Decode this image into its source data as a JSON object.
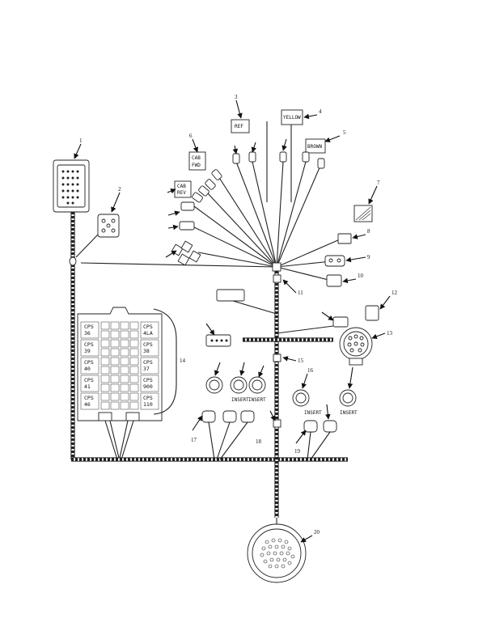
{
  "labels": {
    "ref": "REF",
    "yellow": "YELLOW",
    "brown": "BROWN",
    "cab_fwd_1": "CAB",
    "cab_fwd_2": "FWD",
    "cab_rev_1": "CAB",
    "cab_rev_2": "REV",
    "insert_1": "INSERT",
    "insert_2": "INSERT",
    "insert_3": "INSERT",
    "insert_4": "INSERT"
  },
  "fuse_panel": {
    "left": [
      {
        "a": "CPS",
        "b": "36"
      },
      {
        "a": "CPS",
        "b": "39"
      },
      {
        "a": "CPS",
        "b": "40"
      },
      {
        "a": "CPS",
        "b": "41"
      },
      {
        "a": "CPS",
        "b": "46"
      }
    ],
    "right": [
      {
        "a": "CPS",
        "b": "4LA"
      },
      {
        "a": "CPS",
        "b": "38"
      },
      {
        "a": "CPS",
        "b": "37"
      },
      {
        "a": "CPS",
        "b": "900"
      },
      {
        "a": "CPS",
        "b": "110"
      }
    ]
  },
  "callouts": [
    "1",
    "2",
    "3",
    "4",
    "5",
    "6",
    "7",
    "8",
    "9",
    "10",
    "11",
    "12",
    "13",
    "14",
    "15",
    "16",
    "17",
    "18",
    "19",
    "20"
  ]
}
